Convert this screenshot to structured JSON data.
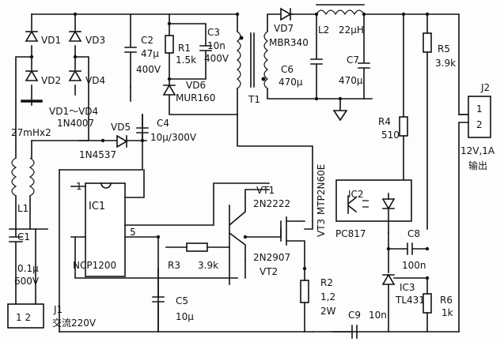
{
  "labels": {
    "vd1": "VD1",
    "vd2": "VD2",
    "vd3": "VD3",
    "vd4": "VD4",
    "vd_range": "VD1～VD4",
    "vd_part": "1N4007",
    "c2": "C2",
    "c2_val": "47μ",
    "c2_v": "400V",
    "r1": "R1",
    "r1_val": "1.5k",
    "c3": "C3",
    "c3_val": "10n",
    "c3_v": "400V",
    "vd6": "VD6",
    "vd6_part": "MUR160",
    "vd7": "VD7",
    "vd7_part": "MBR340",
    "l2": "L2",
    "l2_val": "22μH",
    "c6": "C6",
    "c6_val": "470μ",
    "c7": "C7",
    "c7_val": "470μ",
    "t1": "T1",
    "r5": "R5",
    "r5_val": "3.9k",
    "j2": "J2",
    "j2_pin1": "1",
    "j2_pin2": "2",
    "j2_rating": "12V,1A",
    "j2_desc": "输出",
    "l1_val": "27mHx2",
    "l1": "L1",
    "vd5": "VD5",
    "vd5_part": "1N4537",
    "c4": "C4",
    "c4_val": "10μ/300V",
    "r4": "R4",
    "r4_val": "510",
    "ic1": "IC1",
    "ic1_part": "NCP1200",
    "ic1_pin1": "1",
    "ic1_pin5": "5",
    "vt1": "VT1",
    "vt1_part": "2N2222",
    "vt2": "VT2",
    "vt2_part": "2N2907",
    "vt3": "VT3",
    "vt3_part": "MTP2N60E",
    "ic2": "IC2",
    "ic2_part": "PC817",
    "c1": "C1",
    "c1_val": "0.1μ",
    "c1_v": "600V",
    "r3": "R3",
    "r3_val": "3.9k",
    "c8": "C8",
    "c8_val": "100n",
    "ic3": "IC3",
    "ic3_part": "TL431",
    "r2": "R2",
    "r2_val": "1,2",
    "r2_w": "2W",
    "r6": "R6",
    "r6_val": "1k",
    "c5": "C5",
    "c5_val": "10μ",
    "c9": "C9",
    "c9_val": "10n",
    "j1": "J1",
    "j1_pins": "1 2",
    "j1_desc": "交流220V"
  }
}
